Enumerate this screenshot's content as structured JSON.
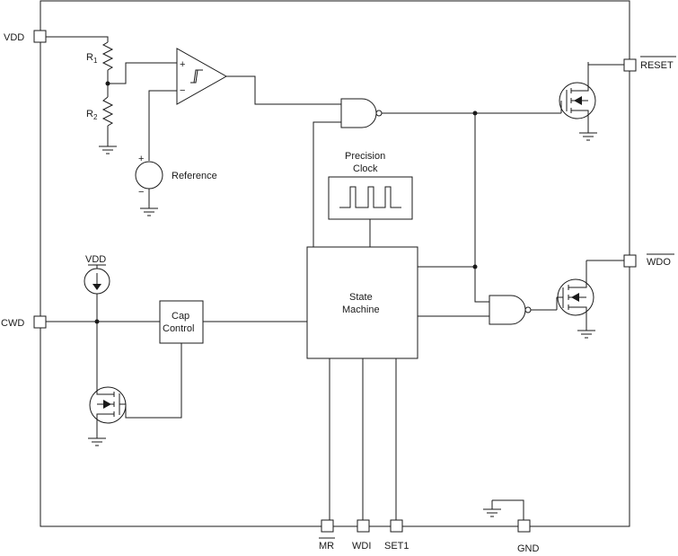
{
  "pins": {
    "vdd": "VDD",
    "reset": "RESET",
    "wdo": "WDO",
    "cwd": "CWD",
    "mr": "MR",
    "wdi": "WDI",
    "set1": "SET1",
    "gnd": "GND"
  },
  "resistors": {
    "r1_letter": "R",
    "r1_sub": "1",
    "r2_letter": "R",
    "r2_sub": "2"
  },
  "comparator": {
    "plus": "+",
    "minus": "−"
  },
  "reference": {
    "label": "Reference",
    "plus": "+",
    "minus": "−"
  },
  "precision_clock": {
    "line1": "Precision",
    "line2": "Clock"
  },
  "state_machine": {
    "line1": "State",
    "line2": "Machine"
  },
  "cap_control": {
    "line1": "Cap",
    "line2": "Control"
  },
  "current_source": {
    "supply_label": "VDD"
  }
}
